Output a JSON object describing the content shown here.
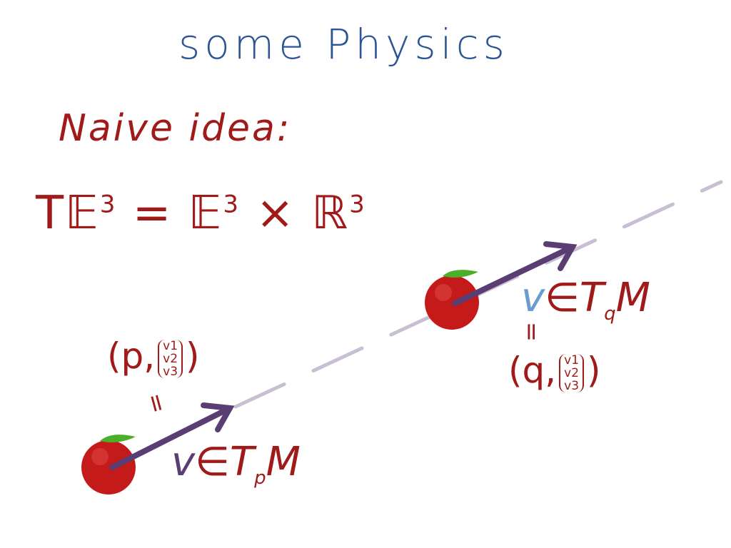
{
  "title": "some Physics",
  "heading": "Naive idea:",
  "equation": {
    "lhs": "T𝔼",
    "lhs_exp": "3",
    "eq": "=",
    "rhs1": "𝔼",
    "rhs1_exp": "3",
    "times": "×",
    "rhs2": "ℝ",
    "rhs2_exp": "3"
  },
  "point_p": {
    "open": "(p,",
    "v1": "v1",
    "v2": "v2",
    "v3": "v3",
    "close": ")",
    "equals": "=",
    "v": "v",
    "in": "∈T",
    "sub": "p",
    "manifold": "M"
  },
  "point_q": {
    "open": "(q,",
    "v1": "v1",
    "v2": "v2",
    "v3": "v3",
    "close": ")",
    "equals": "=",
    "v": "v",
    "in": "∈T",
    "sub": "q",
    "manifold": "M"
  },
  "colors": {
    "title": "#2c5597",
    "text": "#a11a1a",
    "arrow": "#5a3d72",
    "path": "#c8bfd3",
    "apple": "#c41a1a",
    "leaf": "#4caf2a",
    "v_q": "#6b9ccf"
  }
}
